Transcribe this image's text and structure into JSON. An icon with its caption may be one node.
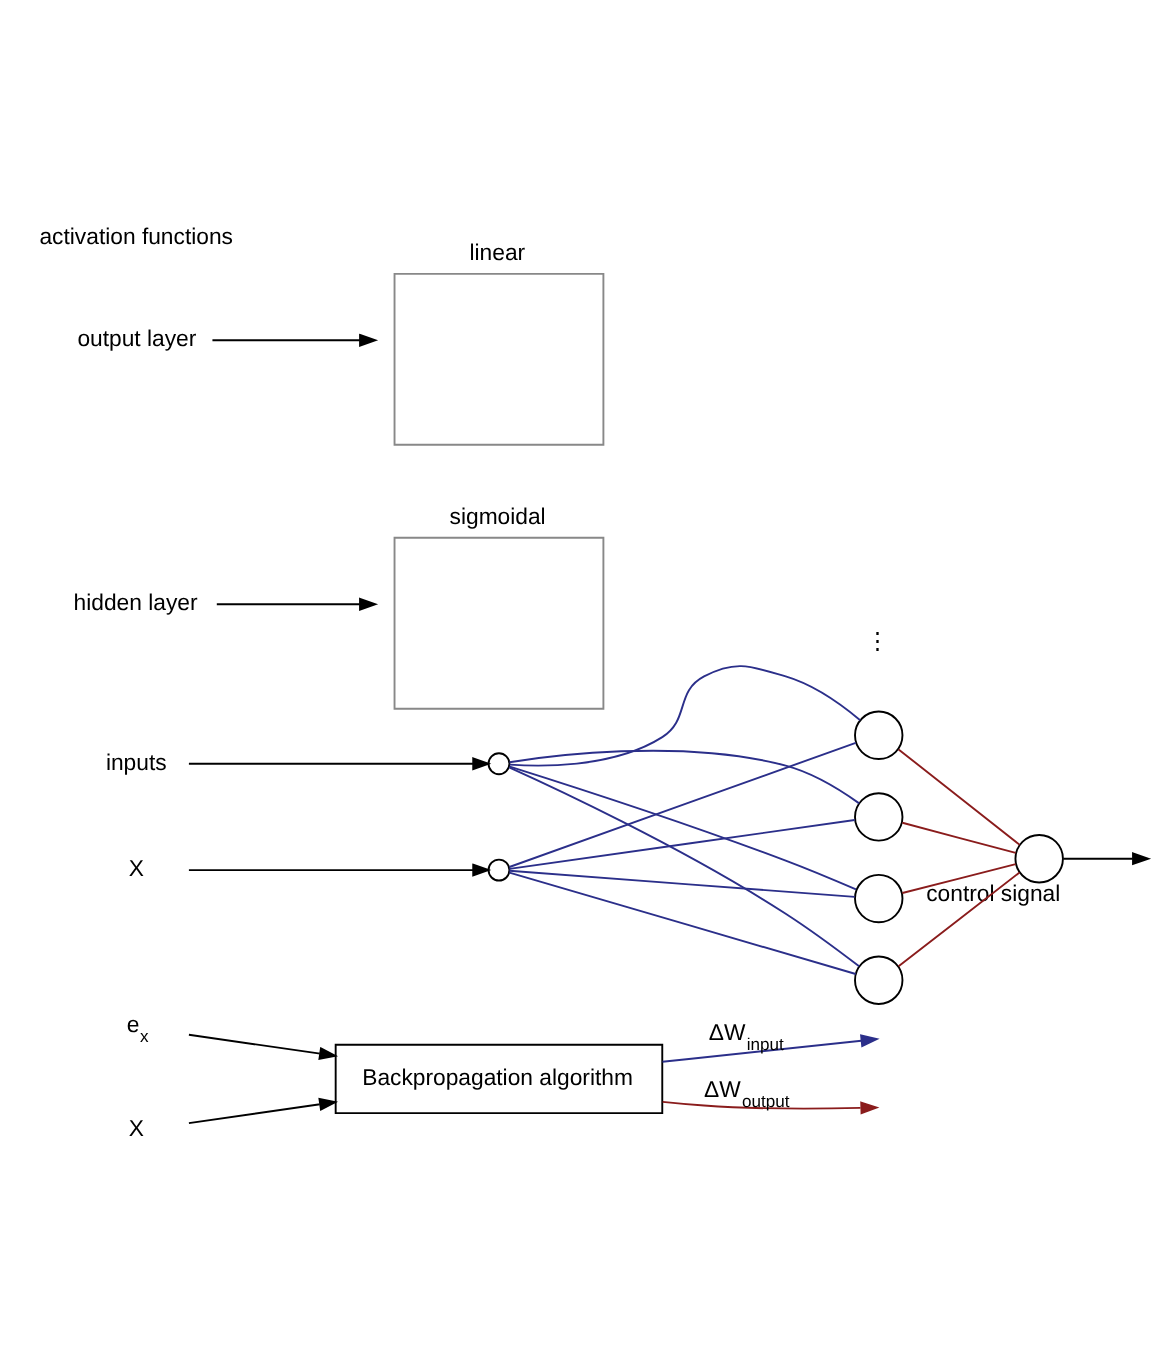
{
  "diagram": {
    "nodes": [
      {
        "text": [
          "e$_{x}$"
        ]
      },
      {
        "text": [
          "Backpropagation algorithm"
        ]
      },
      {
        "text": [
          "X"
        ]
      },
      {
        "text": [
          "inputs"
        ]
      },
      {
        "text": [
          "X"
        ]
      },
      {
        "text": [],
        "shape": "circle"
      },
      {
        "text": [],
        "shape": "circle"
      },
      {
        "text": [],
        "shape": "circle"
      },
      {
        "text": [],
        "shape": "circle"
      },
      {
        "text": [],
        "shape": "circle"
      },
      {
        "text": [],
        "shape": "circle"
      },
      {
        "text": [],
        "shape": "circle",
        "beside": [
          "control signal"
        ]
      },
      {
        "text": [
          "hidden layer"
        ]
      },
      {
        "text": [
          "output layer"
        ]
      },
      {
        "text": [
          "sigmoidal"
        ]
      },
      {
        "text": [
          "linear"
        ]
      }
    ],
    "edges": [
      {
        "from": 0,
        "to": 1,
        "arrow": "to",
        "color": "#000000"
      },
      {
        "from": 2,
        "to": 1,
        "arrow": "to",
        "color": "#000000"
      },
      {
        "from": 1,
        "to": null,
        "arrow": "to",
        "label": "ΔW$_{input}$",
        "color": "#2b2f8a"
      },
      {
        "from": 1,
        "to": null,
        "arrow": "to",
        "label": "ΔW$_{output}$",
        "color": "#8a1c1c"
      },
      {
        "from": 3,
        "to": 5,
        "arrow": "to",
        "color": "#000000"
      },
      {
        "from": 4,
        "to": 6,
        "arrow": "to",
        "color": "#000000"
      },
      {
        "from": 5,
        "to": 7,
        "arrow": "none",
        "color": "#2b2f8a"
      },
      {
        "from": 5,
        "to": 8,
        "arrow": "none",
        "color": "#2b2f8a"
      },
      {
        "from": 5,
        "to": 9,
        "arrow": "none",
        "color": "#2b2f8a"
      },
      {
        "from": 5,
        "to": 10,
        "arrow": "none",
        "color": "#2b2f8a"
      },
      {
        "from": 6,
        "to": 7,
        "arrow": "none",
        "color": "#2b2f8a"
      },
      {
        "from": 6,
        "to": 8,
        "arrow": "none",
        "color": "#2b2f8a"
      },
      {
        "from": 6,
        "to": 9,
        "arrow": "none",
        "color": "#2b2f8a"
      },
      {
        "from": 6,
        "to": 10,
        "arrow": "none",
        "color": "#2b2f8a"
      },
      {
        "from": 7,
        "to": 11,
        "arrow": "none",
        "color": "#8a1c1c"
      },
      {
        "from": 8,
        "to": 11,
        "arrow": "none",
        "color": "#8a1c1c"
      },
      {
        "from": 9,
        "to": 11,
        "arrow": "none",
        "color": "#8a1c1c"
      },
      {
        "from": 10,
        "to": 11,
        "arrow": "none",
        "color": "#8a1c1c"
      },
      {
        "from": 11,
        "to": null,
        "arrow": "to",
        "color": "#000000"
      },
      {
        "from": 12,
        "to": 14,
        "arrow": "to",
        "color": "#000000"
      },
      {
        "from": 13,
        "to": 15,
        "arrow": "to",
        "color": "#000000"
      }
    ],
    "labels": [
      "⋮",
      "activation functions"
    ]
  }
}
